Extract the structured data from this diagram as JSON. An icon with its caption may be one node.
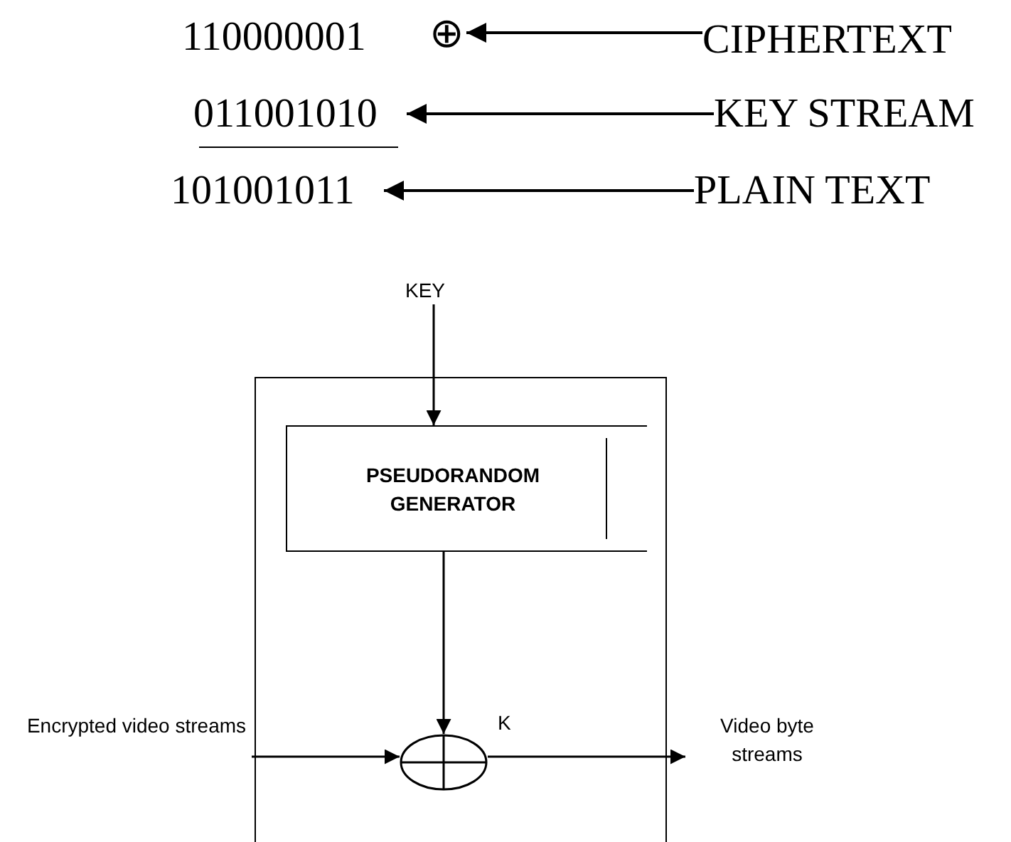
{
  "diagram": {
    "nodes": [
      {
        "text": [
          "110000001"
        ]
      },
      {
        "text": [
          "⊕"
        ]
      },
      {
        "text": [
          "CIPHERTEXT"
        ]
      },
      {
        "text": [
          "011001010"
        ]
      },
      {
        "text": [
          "KEY STREAM"
        ]
      },
      {
        "text": [
          "101001011"
        ]
      },
      {
        "text": [
          "PLAIN TEXT"
        ]
      },
      {
        "text": [
          "KEY"
        ]
      },
      {
        "text": [],
        "shape": "box"
      },
      {
        "text": [
          "PSEUDORANDOM GENERATOR"
        ],
        "in": 8
      },
      {
        "text": [],
        "shape": "circle",
        "in": 8
      },
      {
        "text": [
          "Encrypted video streams"
        ]
      },
      {
        "text": [
          "Video byte streams"
        ]
      }
    ],
    "edges": [
      {
        "from": 2,
        "to": 1,
        "arrow": "to"
      },
      {
        "from": 4,
        "to": 3,
        "arrow": "to"
      },
      {
        "from": 6,
        "to": 5,
        "arrow": "to"
      },
      {
        "from": 7,
        "to": 9,
        "arrow": "to"
      },
      {
        "from": 9,
        "to": 10,
        "arrow": "to"
      },
      {
        "from": 11,
        "to": 10,
        "arrow": "to"
      },
      {
        "from": 10,
        "to": 12,
        "arrow": "to"
      }
    ],
    "labels": [
      "K"
    ]
  }
}
